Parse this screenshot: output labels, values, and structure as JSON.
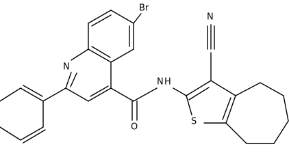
{
  "molecule": {
    "atoms": {
      "br": "Br",
      "n_ring": "N",
      "nh": "N",
      "h": "H",
      "o": "O",
      "s": "S",
      "n_nitrile": "N"
    },
    "colors": {
      "bond": "#000000",
      "label": "#000000",
      "background": "#ffffff"
    }
  }
}
